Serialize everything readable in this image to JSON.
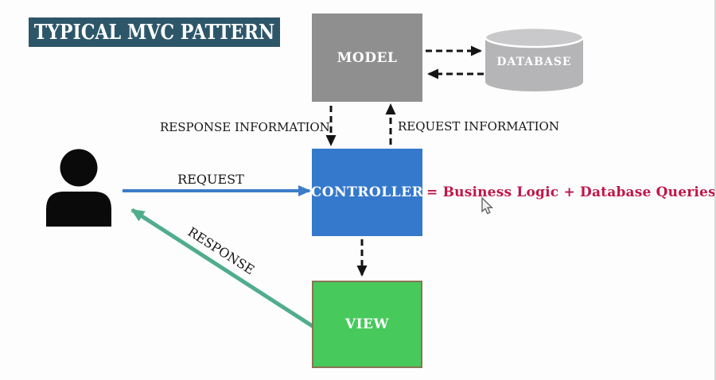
{
  "title": {
    "text": "TYPICAL MVC PATTERN"
  },
  "nodes": {
    "model": {
      "label": "MODEL",
      "fill": "#8f8f8f"
    },
    "database": {
      "label": "DATABASE",
      "fill": "#b5b5b7",
      "shape": "cylinder"
    },
    "controller": {
      "label": "CONTROLLER",
      "fill": "#3579cc"
    },
    "view": {
      "label": "VIEW",
      "fill": "#47c95c",
      "border_color": "#8a7355"
    },
    "user": {
      "label": "",
      "shape": "person-silhouette",
      "fill": "#0a0a0a"
    }
  },
  "edges": {
    "request": {
      "label": "REQUEST",
      "from": "user",
      "to": "controller",
      "style": "solid",
      "color": "#3b7cc9"
    },
    "response": {
      "label": "RESPONSE",
      "from": "view",
      "to": "user",
      "style": "solid",
      "color": "#50ad8c"
    },
    "response_information": {
      "label": "RESPONSE INFORMATION",
      "from": "model",
      "to": "controller",
      "style": "dashed",
      "color": "#141414"
    },
    "request_information": {
      "label": "REQUEST INFORMATION",
      "from": "controller",
      "to": "model",
      "style": "dashed",
      "color": "#141414"
    },
    "model_to_database": {
      "from": "model",
      "to": "database",
      "style": "dashed",
      "color": "#141414"
    },
    "database_to_model": {
      "from": "database",
      "to": "model",
      "style": "dashed",
      "color": "#141414"
    },
    "controller_to_view": {
      "from": "controller",
      "to": "view",
      "style": "dashed",
      "color": "#141414"
    }
  },
  "annotations": {
    "controller_note": {
      "text": "= Business Logic + Database Queries",
      "color": "#c0164a"
    }
  },
  "colors": {
    "banner_bg": "#2d5669",
    "banner_text": "#ffffff",
    "background": "#fdfdfd",
    "label_text": "#151515",
    "view_border": "#8a7355",
    "right_edge_line": "#d9d9d9"
  }
}
